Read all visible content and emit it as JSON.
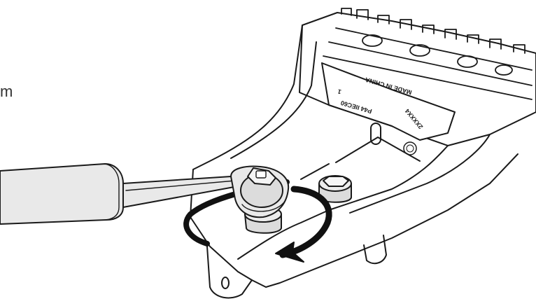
{
  "side_text": "m",
  "housing_markings": {
    "line1": "MADE IN CHINA",
    "line2": "P44 IIEC60",
    "line3": "1",
    "line4": "2XXXX4"
  },
  "colors": {
    "line": "#1a1a1a",
    "wrench_fill": "#e9e9e9",
    "nut_fill": "#dcdcdc",
    "arrow_fill": "#111111",
    "background": "#ffffff"
  },
  "icons": {
    "rotation_arrow": "clockwise-rotation-arrow-icon",
    "wrench": "ratchet-wrench-icon"
  }
}
